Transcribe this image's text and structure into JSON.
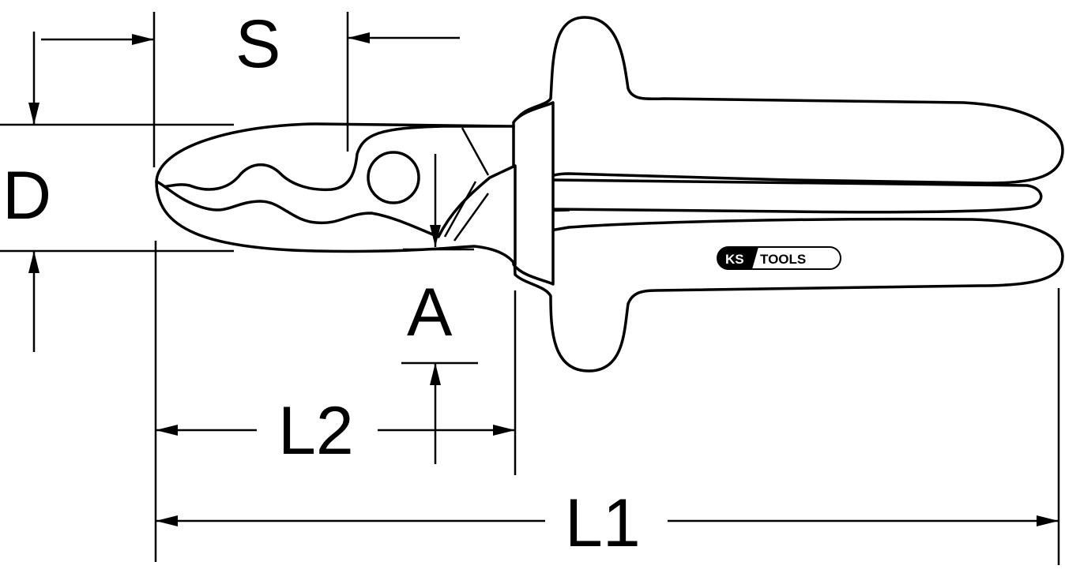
{
  "diagram": {
    "labels": {
      "s": "S",
      "d": "D",
      "a": "A",
      "l2": "L2",
      "l1": "L1"
    },
    "logo": {
      "brand_left": "KS",
      "brand_right": "TOOLS"
    },
    "colors": {
      "stroke": "#000000",
      "background": "#ffffff"
    }
  }
}
